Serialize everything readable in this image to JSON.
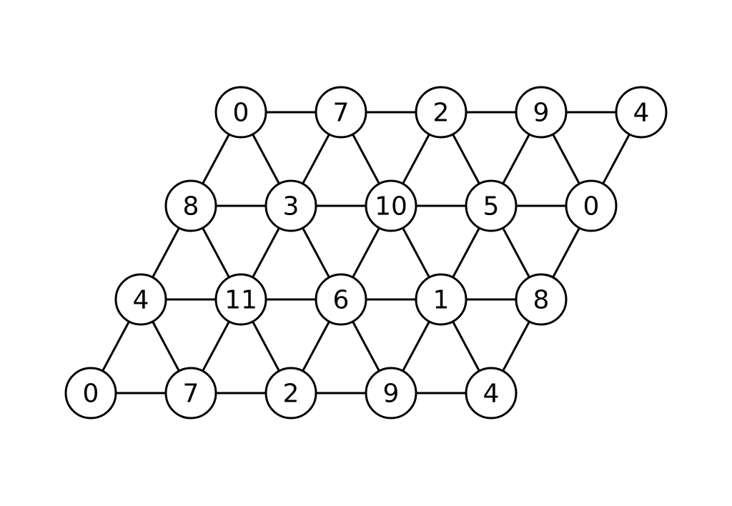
{
  "graph": {
    "rows": [
      {
        "labels": [
          "0",
          "7",
          "2",
          "9",
          "4"
        ]
      },
      {
        "labels": [
          "8",
          "3",
          "10",
          "5",
          "0"
        ]
      },
      {
        "labels": [
          "4",
          "11",
          "6",
          "1",
          "8"
        ]
      },
      {
        "labels": [
          "0",
          "7",
          "2",
          "9",
          "4"
        ]
      }
    ],
    "connectivity": "triangular-lattice",
    "colors": {
      "stroke": "#000000",
      "node_fill": "#ffffff",
      "background": "#ffffff"
    }
  }
}
